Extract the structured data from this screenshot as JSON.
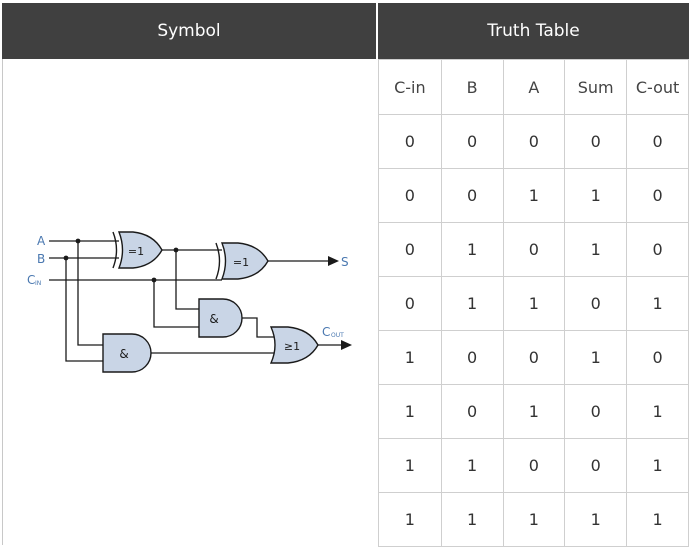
{
  "headers": {
    "symbol": "Symbol",
    "truth_table": "Truth Table"
  },
  "columns": [
    "C-in",
    "B",
    "A",
    "Sum",
    "C-out"
  ],
  "rows": [
    [
      "0",
      "0",
      "0",
      "0",
      "0"
    ],
    [
      "0",
      "0",
      "1",
      "1",
      "0"
    ],
    [
      "0",
      "1",
      "0",
      "1",
      "0"
    ],
    [
      "0",
      "1",
      "1",
      "0",
      "1"
    ],
    [
      "1",
      "0",
      "0",
      "1",
      "0"
    ],
    [
      "1",
      "0",
      "1",
      "0",
      "1"
    ],
    [
      "1",
      "1",
      "0",
      "0",
      "1"
    ],
    [
      "1",
      "1",
      "1",
      "1",
      "1"
    ]
  ],
  "diagram": {
    "inputs": {
      "a": "A",
      "b": "B",
      "cin_main": "C",
      "cin_sub": "IN"
    },
    "outputs": {
      "sum": "S",
      "cout_main": "C",
      "cout_sub": "OUT"
    },
    "gates": {
      "xor1": "=1",
      "xor2": "=1",
      "and1": "&",
      "and2": "&",
      "or1": "≥1"
    },
    "colors": {
      "gate_fill": "#c9d5e6",
      "wire": "#1a1a1a",
      "label": "#4a78b0"
    }
  }
}
